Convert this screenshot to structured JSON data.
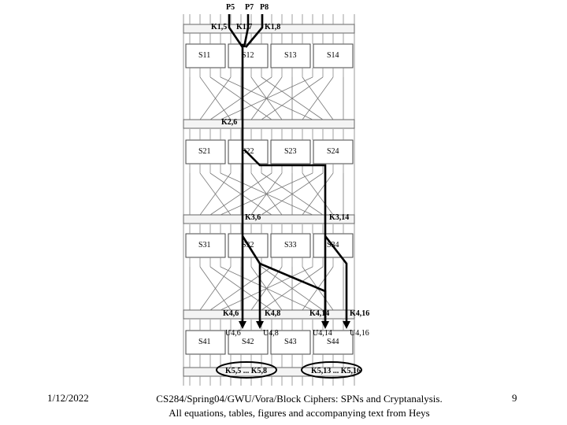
{
  "inputs": [
    "P5",
    "P7",
    "P8"
  ],
  "round1": {
    "keys": [
      "K1,5",
      "K1,7",
      "K1,8"
    ],
    "sboxes": [
      "S11",
      "S12",
      "S13",
      "S14"
    ]
  },
  "round2": {
    "keys": [
      "K2,6"
    ],
    "sboxes": [
      "S21",
      "S22",
      "S23",
      "S24"
    ]
  },
  "round3": {
    "keys": [
      "K3,6",
      "K3,14"
    ],
    "sboxes": [
      "S31",
      "S32",
      "S33",
      "S34"
    ]
  },
  "round4": {
    "keys": [
      "K4,6",
      "K4,8",
      "K4,14",
      "K4,16"
    ],
    "u_labels": [
      "U4,6",
      "U4,8",
      "U4,14",
      "U4,16"
    ],
    "sboxes": [
      "S41",
      "S42",
      "S43",
      "S44"
    ]
  },
  "round5": {
    "key_groups": [
      "K5,5 ... K5,8",
      "K5,13 ... K5,16"
    ]
  },
  "footer": {
    "date": "1/12/2022",
    "title_line1": "CS284/Spring04/GWU/Vora/Block Ciphers: SPNs and Cryptanalysis.",
    "title_line2": "All equations, tables, figures and accompanying text from Heys",
    "page": "9"
  }
}
